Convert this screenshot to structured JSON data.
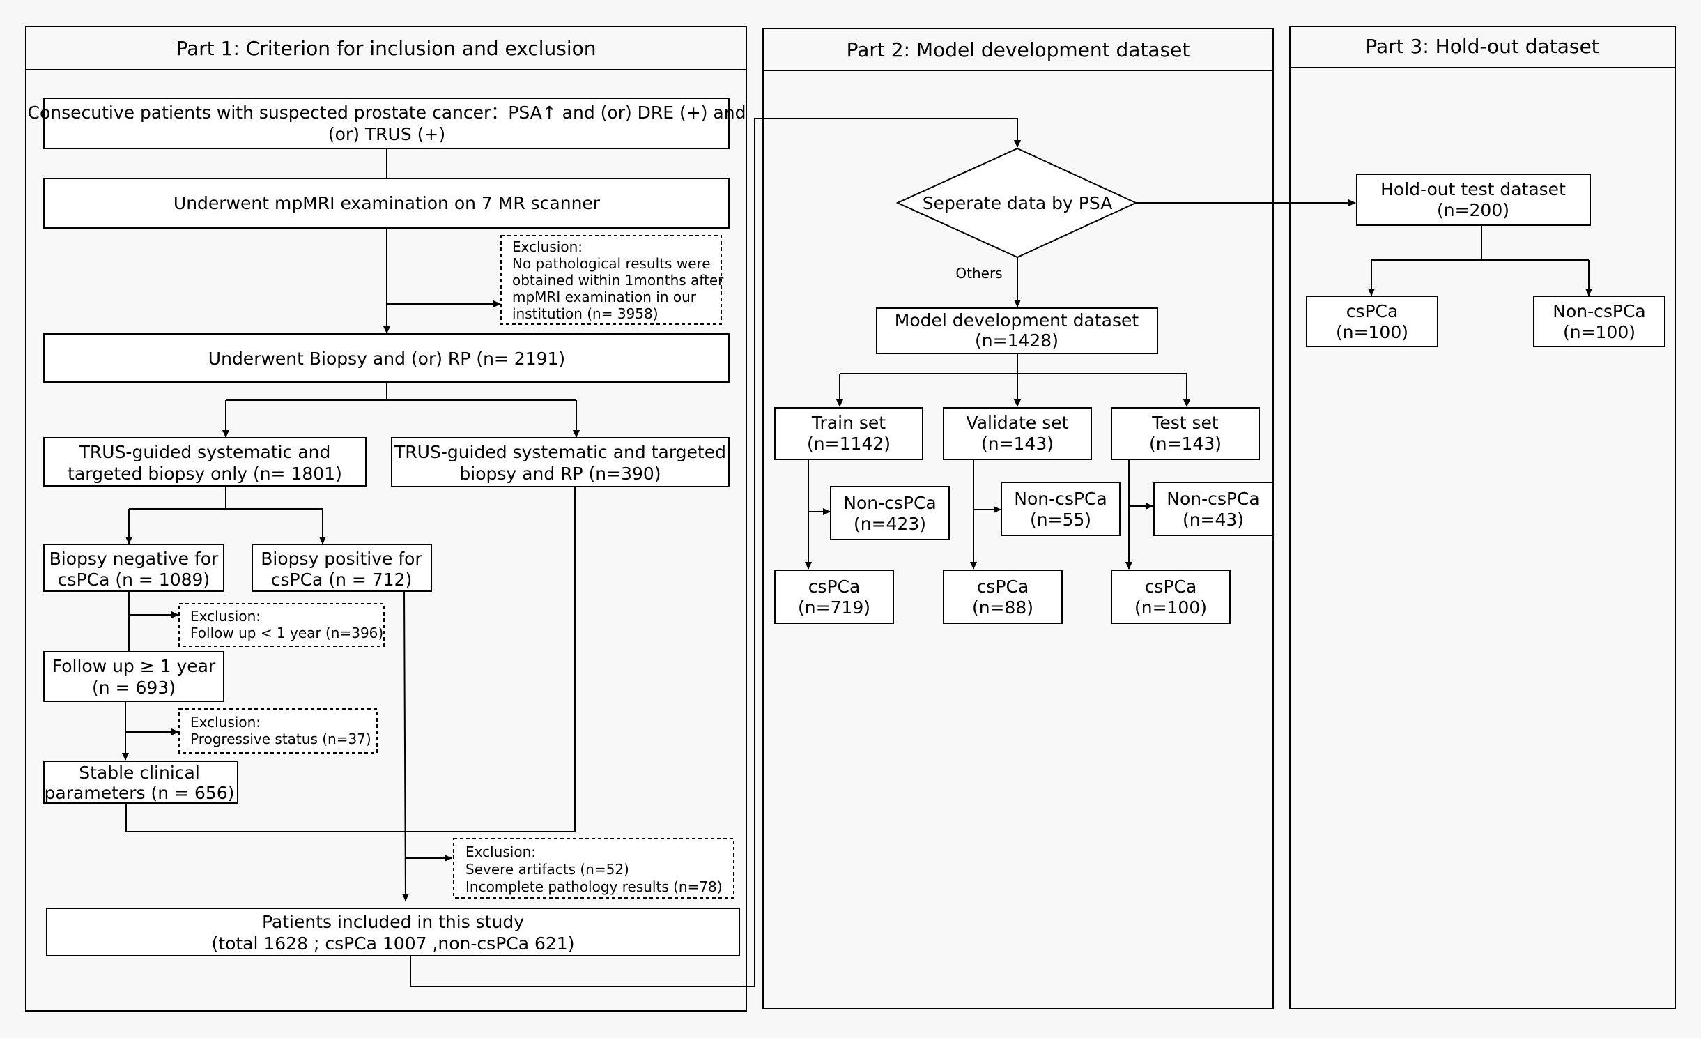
{
  "panels": {
    "part1": "Part 1: Criterion for inclusion and exclusion",
    "part2": "Part 2: Model development dataset",
    "part3": "Part 3: Hold-out dataset"
  },
  "part1": {
    "consecutive": [
      "Consecutive patients with suspected prostate cancer：PSA↑ and (or) DRE (+) and",
      "(or) TRUS (+)"
    ],
    "mpmri": "Underwent mpMRI examination on 7 MR scanner",
    "exclusion_mri": [
      "Exclusion:",
      "No pathological results were",
      "obtained within 1months after",
      "mpMRI examination in our",
      "institution (n= 3958)"
    ],
    "biopsy_rp": "Underwent Biopsy and (or)  RP  (n= 2191)",
    "trus_only": [
      "TRUS-guided systematic and",
      "targeted biopsy only (n= 1801)"
    ],
    "trus_rp": [
      "TRUS-guided systematic and targeted",
      "biopsy and RP (n=390)"
    ],
    "biopsy_neg": [
      "Biopsy negative for",
      "csPCa (n = 1089)"
    ],
    "biopsy_pos": [
      "Biopsy positive for",
      "csPCa (n = 712)"
    ],
    "exclusion_followup": [
      "Exclusion:",
      "Follow up < 1 year (n=396)"
    ],
    "followup": [
      "Follow up ≥ 1 year",
      "(n = 693)"
    ],
    "exclusion_progressive": [
      "Exclusion:",
      "Progressive status (n=37)"
    ],
    "stable": [
      "Stable clinical",
      "parameters (n = 656)"
    ],
    "exclusion_artifacts": [
      "Exclusion:",
      "Severe artifacts (n=52)",
      "Incomplete pathology results (n=78)"
    ],
    "included": [
      "Patients included in this study",
      "(total 1628 ; csPCa 1007 ,non-csPCa 621)"
    ]
  },
  "part2": {
    "decision": "Seperate  data by PSA",
    "others_label": "Others",
    "model_dev": [
      "Model development dataset",
      "(n=1428)"
    ],
    "train": [
      "Train set",
      "(n=1142)"
    ],
    "validate": [
      "Validate set",
      "(n=143)"
    ],
    "test": [
      "Test set",
      "(n=143)"
    ],
    "train_non": [
      "Non-csPCa",
      "(n=423)"
    ],
    "train_cs": [
      "csPCa",
      "(n=719)"
    ],
    "validate_non": [
      "Non-csPCa",
      "(n=55)"
    ],
    "validate_cs": [
      "csPCa",
      "(n=88)"
    ],
    "test_non": [
      "Non-csPCa",
      "(n=43)"
    ],
    "test_cs": [
      "csPCa",
      "(n=100)"
    ]
  },
  "part3": {
    "holdout": [
      "Hold-out test dataset",
      "(n=200)"
    ],
    "cs": [
      "csPCa",
      "(n=100)"
    ],
    "non": [
      "Non-csPCa",
      "(n=100)"
    ]
  }
}
